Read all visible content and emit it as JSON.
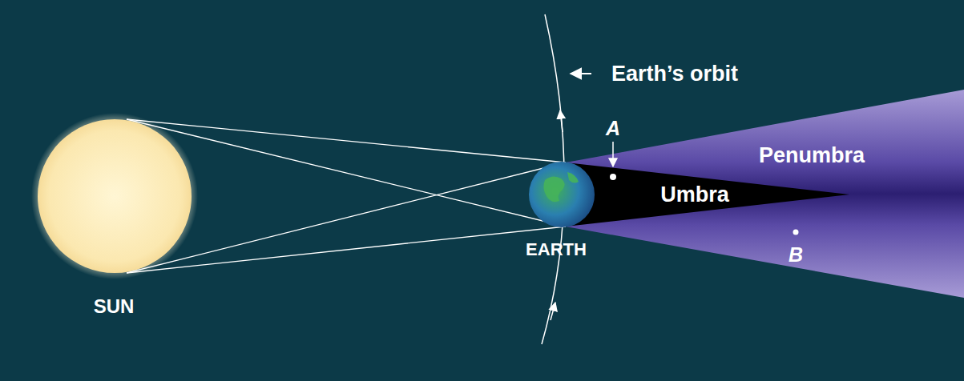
{
  "diagram": {
    "labels": [
      "Earth’s orbit",
      "A",
      "Penumbra",
      "Umbra",
      "B",
      "EARTH",
      "SUN"
    ]
  }
}
